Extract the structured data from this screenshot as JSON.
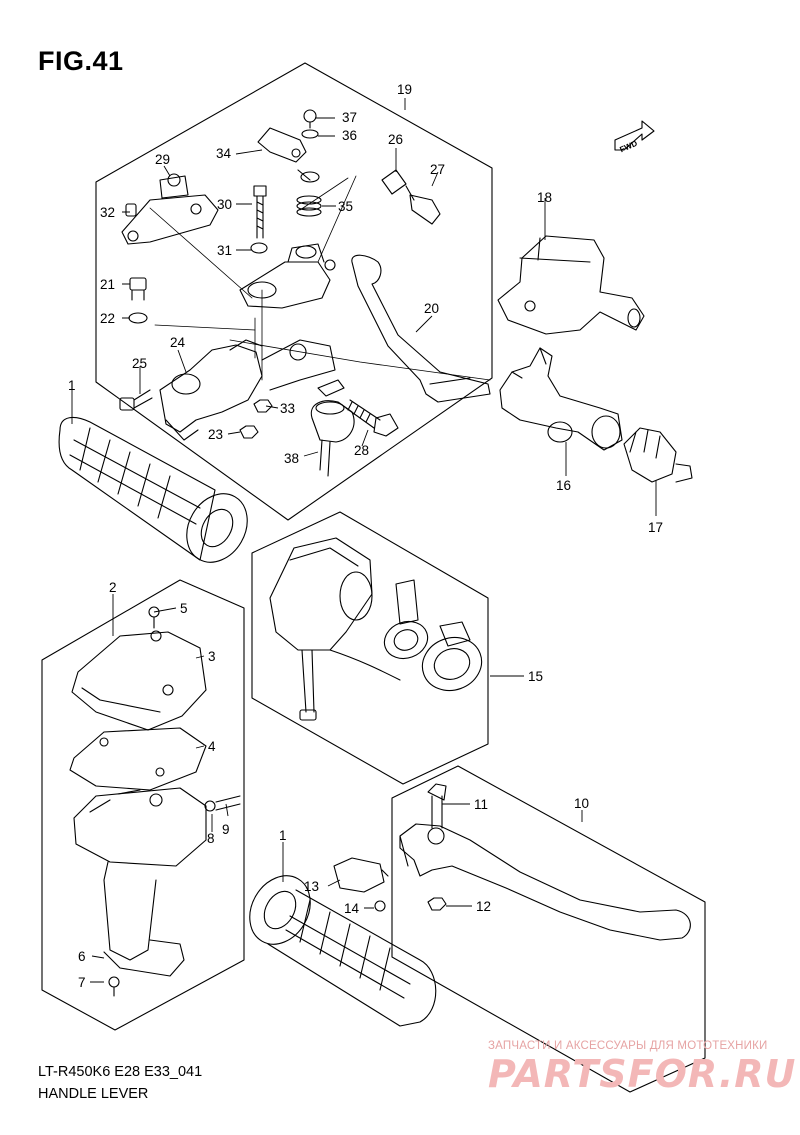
{
  "figure": {
    "title": "FIG.41",
    "code": "LT-R450K6 E28 E33_041",
    "name": "HANDLE LEVER",
    "direction_badge": "FWD"
  },
  "watermark": {
    "line1": "ЗАПЧАСТИ И АКСЕССУАРЫ ДЛЯ МОТОТЕХНИКИ",
    "line2": "PARTSFOR.RU"
  },
  "callouts": [
    {
      "id": "c1a",
      "text": "1"
    },
    {
      "id": "c1b",
      "text": "1"
    },
    {
      "id": "c2",
      "text": "2"
    },
    {
      "id": "c3",
      "text": "3"
    },
    {
      "id": "c4",
      "text": "4"
    },
    {
      "id": "c5",
      "text": "5"
    },
    {
      "id": "c6",
      "text": "6"
    },
    {
      "id": "c7",
      "text": "7"
    },
    {
      "id": "c8",
      "text": "8"
    },
    {
      "id": "c9",
      "text": "9"
    },
    {
      "id": "c10",
      "text": "10"
    },
    {
      "id": "c11",
      "text": "11"
    },
    {
      "id": "c12",
      "text": "12"
    },
    {
      "id": "c13",
      "text": "13"
    },
    {
      "id": "c14",
      "text": "14"
    },
    {
      "id": "c15",
      "text": "15"
    },
    {
      "id": "c16",
      "text": "16"
    },
    {
      "id": "c17",
      "text": "17"
    },
    {
      "id": "c18",
      "text": "18"
    },
    {
      "id": "c19",
      "text": "19"
    },
    {
      "id": "c20",
      "text": "20"
    },
    {
      "id": "c21",
      "text": "21"
    },
    {
      "id": "c22",
      "text": "22"
    },
    {
      "id": "c23",
      "text": "23"
    },
    {
      "id": "c24",
      "text": "24"
    },
    {
      "id": "c25",
      "text": "25"
    },
    {
      "id": "c26",
      "text": "26"
    },
    {
      "id": "c27",
      "text": "27"
    },
    {
      "id": "c28",
      "text": "28"
    },
    {
      "id": "c29",
      "text": "29"
    },
    {
      "id": "c30",
      "text": "30"
    },
    {
      "id": "c31",
      "text": "31"
    },
    {
      "id": "c32",
      "text": "32"
    },
    {
      "id": "c33",
      "text": "33"
    },
    {
      "id": "c34",
      "text": "34"
    },
    {
      "id": "c35",
      "text": "35"
    },
    {
      "id": "c36",
      "text": "36"
    },
    {
      "id": "c37",
      "text": "37"
    },
    {
      "id": "c38",
      "text": "38"
    }
  ]
}
